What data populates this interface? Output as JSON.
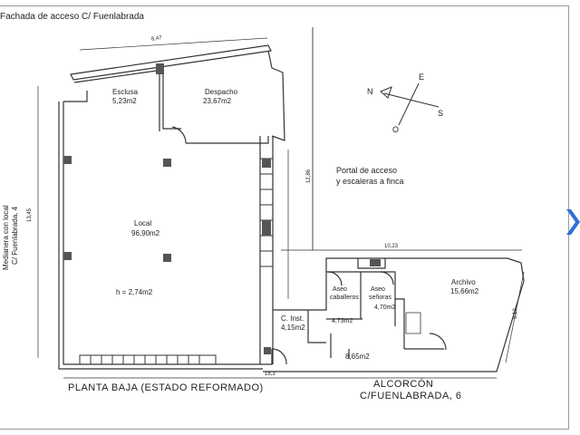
{
  "header": {
    "title": "Fachada de acceso C/ Fuenlabrada"
  },
  "rooms": {
    "esclusa": {
      "name": "Esclusa",
      "area": "5,23m2"
    },
    "despacho": {
      "name": "Despacho",
      "area": "23,67m2"
    },
    "local": {
      "name": "Local",
      "area": "96,90m2",
      "height": "h = 2,74m2"
    },
    "cinst": {
      "name": "C. Inst.",
      "area": "4,15m2"
    },
    "aseo_cab": {
      "name_1": "Aseo",
      "name_2": "caballeros",
      "area": "4,73m2"
    },
    "aseo_sen": {
      "name_1": "Aseo",
      "name_2": "señoras",
      "area": "4,70m2"
    },
    "archivo": {
      "name": "Archivo",
      "area": "15,66m2"
    },
    "pasillo": {
      "area": "8,65m2"
    }
  },
  "portal": {
    "line1": "Portal de acceso",
    "line2": "y escaleras a finca"
  },
  "dimensions": {
    "top": "8,47",
    "left": "13,45",
    "bottom": "18,3",
    "mid": "10,23",
    "vertical": "12,86",
    "right": "5,10"
  },
  "side_label": {
    "line1": "Medianera con local",
    "line2": "C/ Fuenlabrada, 4"
  },
  "compass": {
    "n": "N",
    "e": "E",
    "s": "S",
    "o": "O"
  },
  "footer": {
    "plan_title": "PLANTA BAJA (ESTADO REFORMADO)",
    "address_1": "ALCORCÓN",
    "address_2": "C/FUENLABRADA, 6"
  },
  "colors": {
    "wall": "#333333",
    "accent": "#2f6fd6",
    "pillar": "#555555"
  }
}
